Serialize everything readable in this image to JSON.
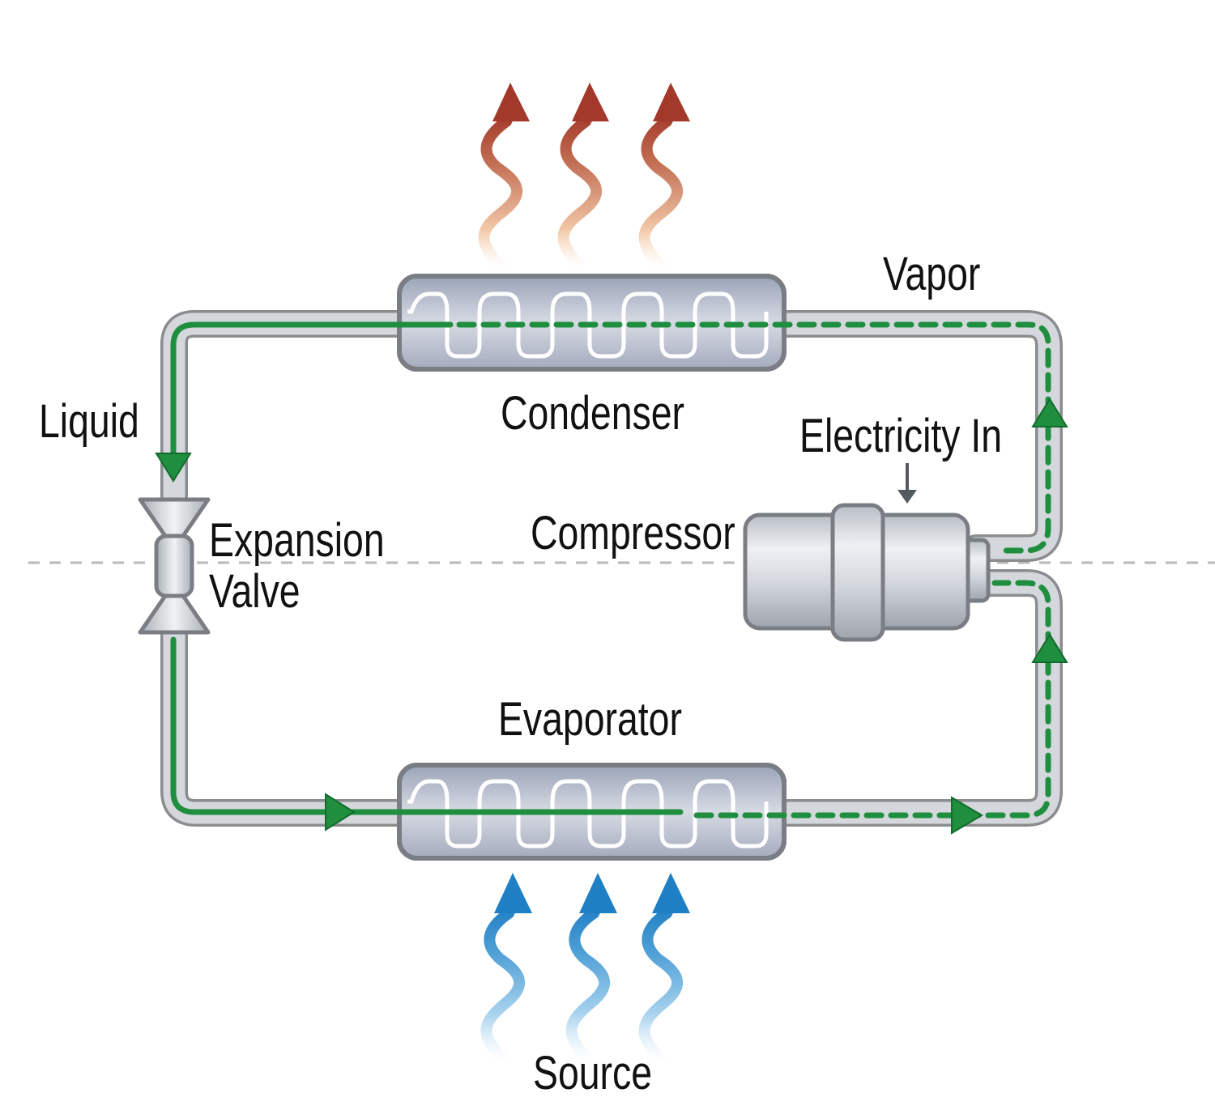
{
  "labels": {
    "condenser": "Condenser",
    "evaporator": "Evaporator",
    "compressor": "Compressor",
    "electricity_in": "Electricity In",
    "liquid": "Liquid",
    "vapor": "Vapor",
    "expansion_line1": "Expansion",
    "expansion_line2": "Valve",
    "source": "Source"
  },
  "colors": {
    "flow_green": "#1f8f3f",
    "pipe_fill": "#cfd3d8",
    "pipe_outline": "#8a8d90",
    "heat_out": "#a3392a",
    "heat_in": "#1f7fc4",
    "guide_dash": "#b8b8b8"
  },
  "icons": {
    "heat_out": "wavy-arrow-up-red",
    "heat_in": "wavy-arrow-up-blue",
    "electricity_arrow": "arrow-down"
  }
}
